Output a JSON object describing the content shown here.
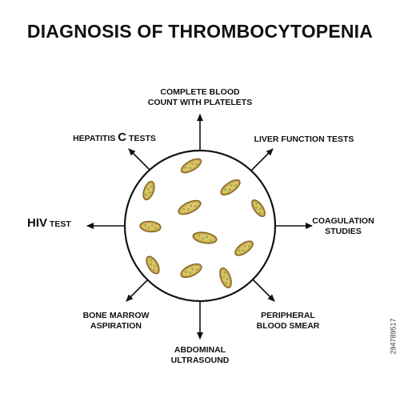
{
  "title": "DIAGNOSIS OF THROMBOCYTOPENIA",
  "center": {
    "icon": "platelets-circle-icon"
  },
  "labels": {
    "cbc_line1": "COMPLETE BLOOD",
    "cbc_line2": "COUNT WITH PLATELETS",
    "hepatitis_prefix": "HEPATITIS ",
    "hepatitis_big": "C",
    "hepatitis_suffix": " TESTS",
    "liver": "LIVER FUNCTION TESTS",
    "hiv_big": "HIV",
    "hiv_suffix": " TEST",
    "coag_line1": "COAGULATION",
    "coag_line2": "STUDIES",
    "bone_line1": "BONE MARROW",
    "bone_line2": "ASPIRATION",
    "periph_line1": "PERIPHERAL",
    "periph_line2": "BLOOD SMEAR",
    "abd_line1": "ABDOMINAL",
    "abd_line2": "ULTRASOUND"
  },
  "stock_id": "294789517",
  "colors": {
    "platelet_fill": "#c9a94a",
    "platelet_inner": "#e2c46a",
    "platelet_edge": "#7a5e22",
    "platelet_granule": "#8fae4a",
    "outline": "#111111"
  }
}
